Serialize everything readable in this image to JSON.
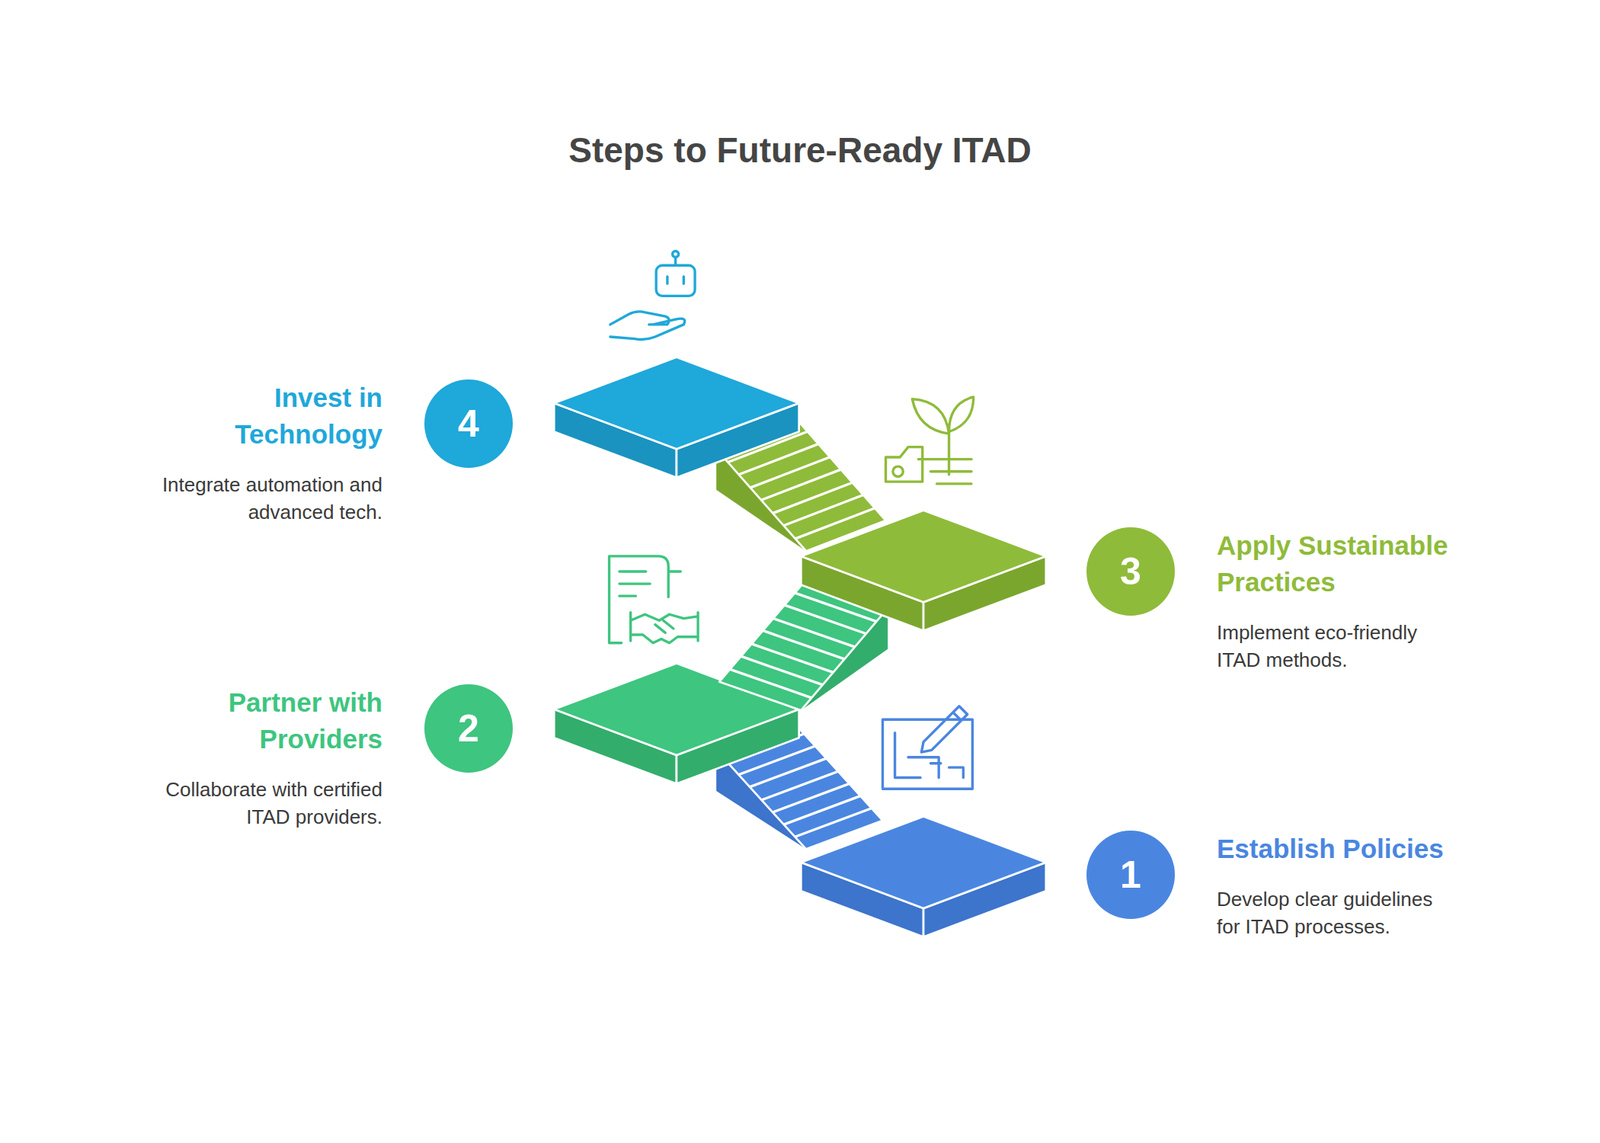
{
  "diagram": {
    "title": "Steps to Future-Ready ITAD",
    "nodes": [
      {
        "text": [
          "1",
          "Establish Policies",
          "Develop clear guidelines for ITAD processes."
        ]
      },
      {
        "text": [
          "2",
          "Partner with Providers",
          "Collaborate with certified ITAD providers."
        ]
      },
      {
        "text": [
          "3",
          "Apply Sustainable Practices",
          "Implement eco-friendly ITAD methods."
        ]
      },
      {
        "text": [
          "4",
          "Invest in Technology",
          "Integrate automation and advanced tech."
        ]
      }
    ]
  }
}
